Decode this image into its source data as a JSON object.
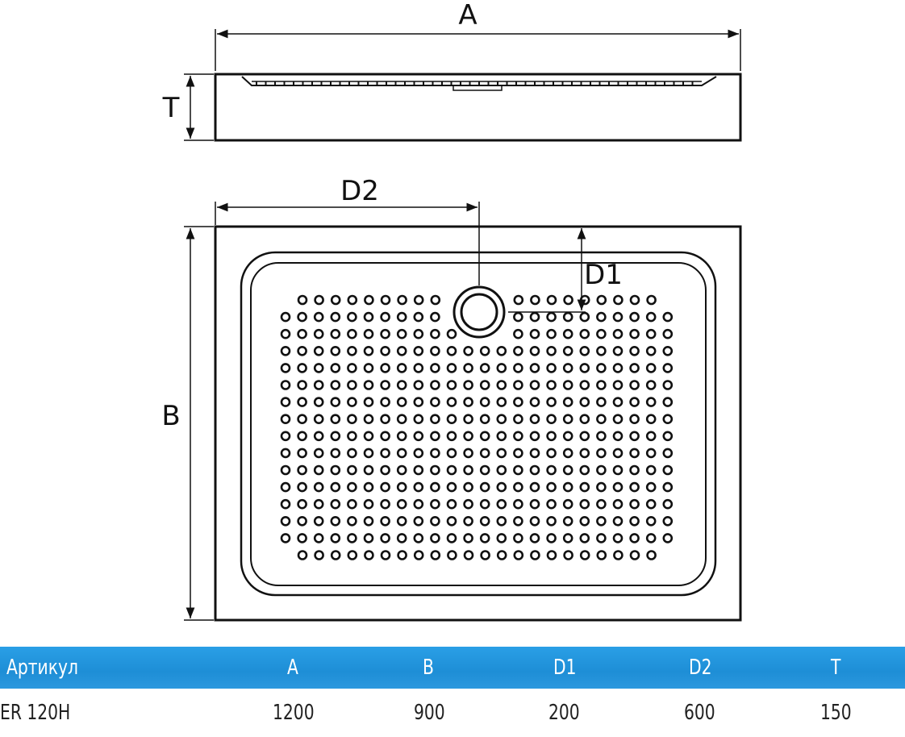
{
  "drawing": {
    "labels": {
      "a": "A",
      "t": "T",
      "b": "B",
      "d1": "D1",
      "d2": "D2"
    }
  },
  "table": {
    "headers": [
      "Артикул",
      "A",
      "B",
      "D1",
      "D2",
      "T"
    ],
    "rows": [
      [
        "ER 120H",
        "1200",
        "900",
        "200",
        "600",
        "150"
      ]
    ]
  },
  "colors": {
    "header_bg": "#1e8ed6",
    "header_text": "#ffffff",
    "line": "#111111"
  }
}
